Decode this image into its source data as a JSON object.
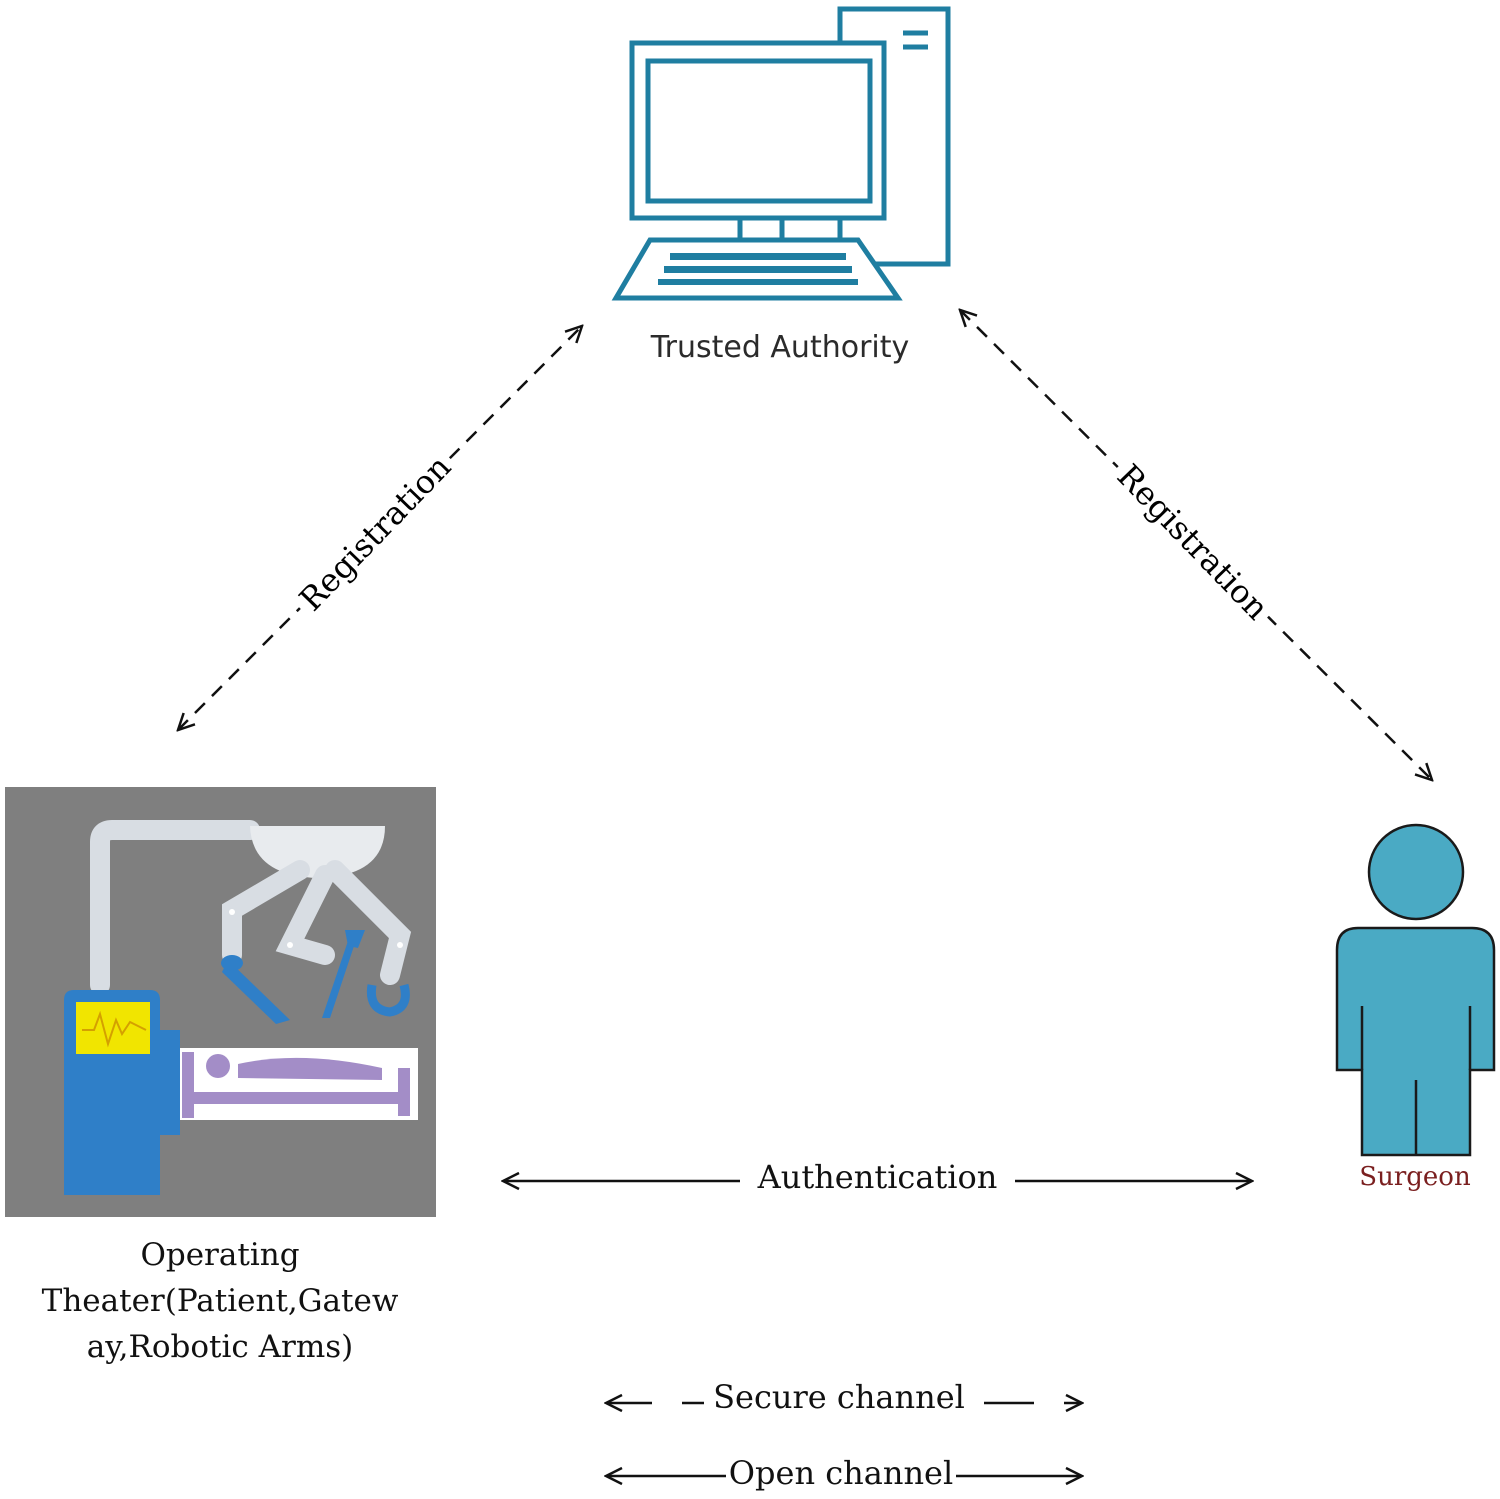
{
  "nodes": {
    "trusted_authority": {
      "label": "Trusted Authority",
      "icon": "computer-icon"
    },
    "operating_theater": {
      "label": "Operating Theater(Patient, Gateway, Robotic Arms)",
      "label_lines": [
        "Operating",
        "Theater(Patient,Gatew",
        "ay,Robotic Arms)"
      ],
      "icon": "robotic-surgery-icon"
    },
    "surgeon": {
      "label": "Surgeon",
      "icon": "person-icon"
    }
  },
  "edges": {
    "registration_left": {
      "label": "Registration",
      "from": "operating_theater",
      "to": "trusted_authority",
      "style": "dashed"
    },
    "registration_right": {
      "label": "Registration",
      "from": "trusted_authority",
      "to": "surgeon",
      "style": "dashed"
    },
    "authentication": {
      "label": "Authentication",
      "from": "operating_theater",
      "to": "surgeon",
      "style": "solid"
    }
  },
  "legend": {
    "secure": "Secure channel",
    "open": "Open channel"
  },
  "colors": {
    "computer": "#1f7ea1",
    "person": "#4aaac4",
    "surgeon_label": "#7a1f1f",
    "theater_bg": "#7f7f7f",
    "device": "#2f7fc8",
    "screen": "#f1e500",
    "bed": "#a38dc7",
    "arm": "#d8dde3"
  }
}
